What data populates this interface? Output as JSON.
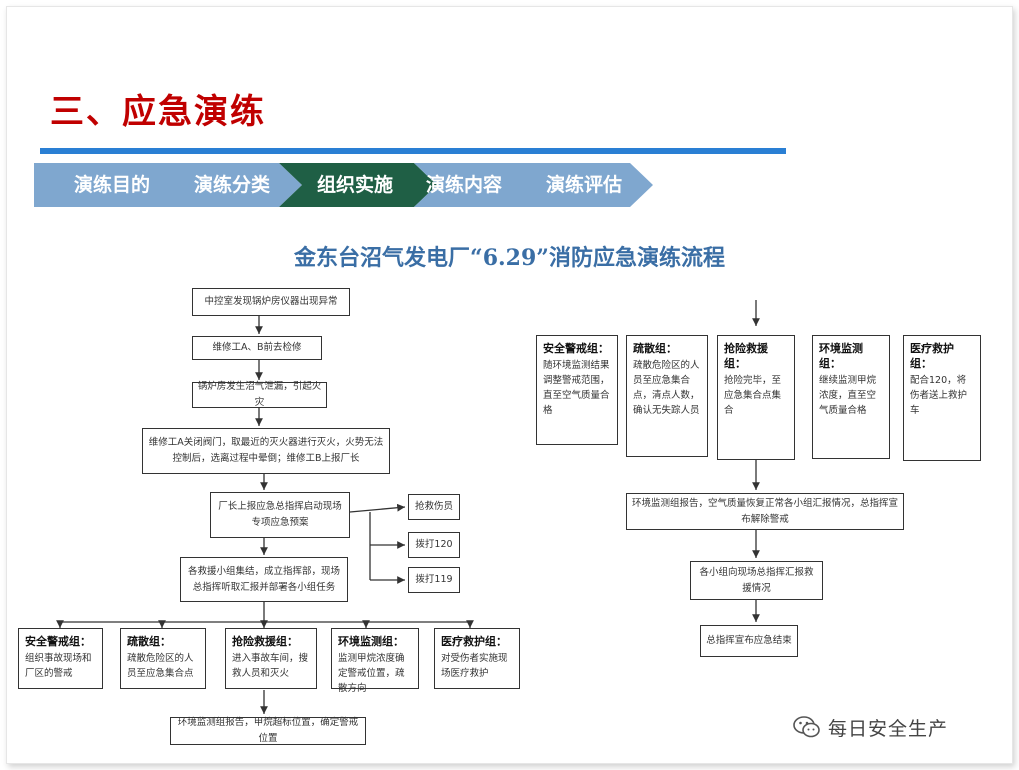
{
  "slide": {
    "title": "三、应急演练",
    "nav_tabs": [
      "演练目的",
      "演练分类",
      "组织实施",
      "演练内容",
      "演练评估"
    ],
    "active_tab": "组织实施",
    "colors": {
      "title": "#c00000",
      "accent": "#2a7fd4",
      "tab_inactive": "#7fa7cf",
      "tab_active": "#1f5f45"
    }
  },
  "diagram": {
    "title": "金东台沼气发电厂“6.29”消防应急演练流程",
    "left_flow": [
      "中控室发现锅炉房仪器出现异常",
      "维修工A、B前去检修",
      "锅炉房发生沼气泄漏，引起火灾",
      "维修工A关闭阀门，取最近的灭火器进行灭火，火势无法控制后，选离过程中晕倒；维修工B上报厂长",
      "厂长上报应急总指挥启动现场专项应急预案",
      "各救援小组集结，成立指挥部，现场总指挥听取汇报并部署各小组任务"
    ],
    "side_actions": [
      "抢救伤员",
      "拨打120",
      "拨打119"
    ],
    "left_groups": [
      {
        "name": "安全警戒组：",
        "text": "组织事故现场和厂区的警戒"
      },
      {
        "name": "疏散组：",
        "text": "疏散危险区的人员至应急集合点"
      },
      {
        "name": "抢险救援组：",
        "text": "进入事故车间，搜救人员和灭火"
      },
      {
        "name": "环境监测组：",
        "text": "监测甲烷浓度确定警戒位置，疏散方向"
      },
      {
        "name": "医疗救护组：",
        "text": "对受伤者实施现场医疗救护"
      }
    ],
    "left_bottom": "环境监测组报告，甲烷超标位置，确定警戒位置",
    "right_groups": [
      {
        "name": "安全警戒组：",
        "text": "随环境监测结果调整警戒范围，直至空气质量合格"
      },
      {
        "name": "疏散组：",
        "text": "疏散危险区的人员至应急集合点，清点人数，确认无失踪人员"
      },
      {
        "name": "抢险救援组：",
        "text": "抢险完毕，至应急集合点集合"
      },
      {
        "name": "环境监测组：",
        "text": "继续监测甲烷浓度，直至空气质量合格"
      },
      {
        "name": "医疗救护组：",
        "text": "配合120，将伤者送上救护车"
      }
    ],
    "right_flow": [
      "环境监测组报告，空气质量恢复正常各小组汇报情况，总指挥宣布解除警戒",
      "各小组向现场总指挥汇报救援情况",
      "总指挥宣布应急结束"
    ]
  },
  "watermark": {
    "text": "每日安全生产",
    "icon": "wechat-icon"
  }
}
